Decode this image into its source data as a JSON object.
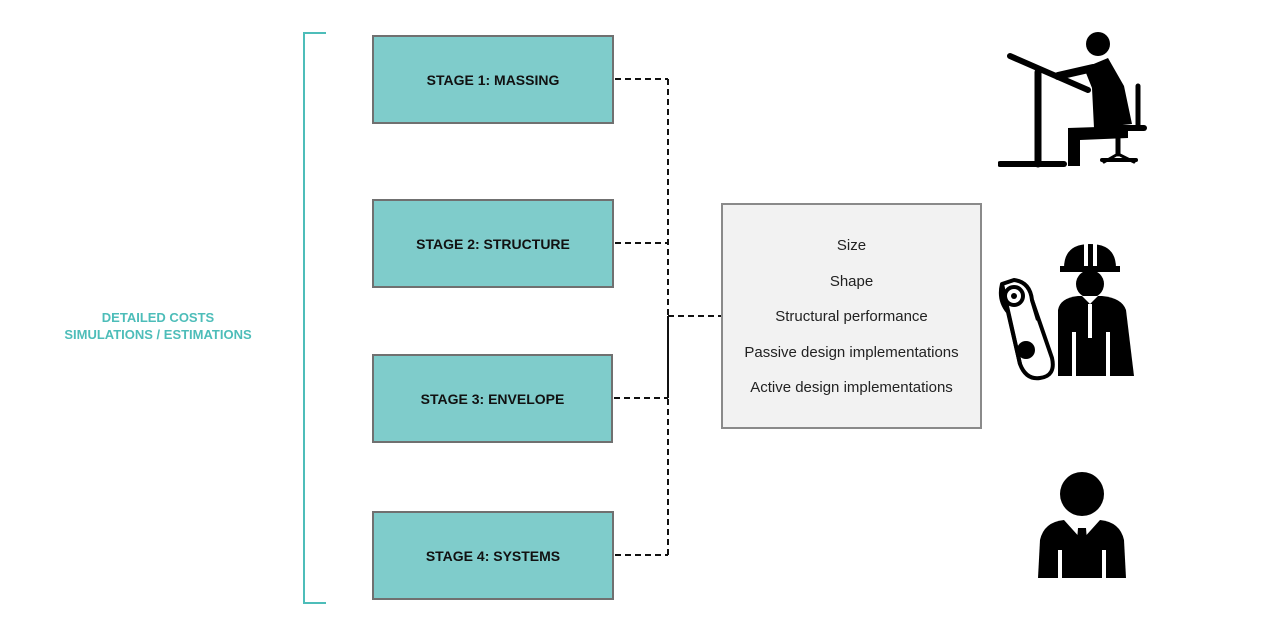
{
  "side_label": {
    "line1": "DETAILED COSTS",
    "line2": "SIMULATIONS / ESTIMATIONS"
  },
  "stages": [
    {
      "label": "STAGE 1: MASSING"
    },
    {
      "label": "STAGE 2: STRUCTURE"
    },
    {
      "label": "STAGE 3: ENVELOPE"
    },
    {
      "label": "STAGE 4: SYSTEMS"
    }
  ],
  "info_box": {
    "items": [
      "Size",
      "Shape",
      "Structural performance",
      "Passive design implementations",
      "Active design implementations"
    ]
  },
  "icons": [
    "architect-drafting-icon",
    "engineer-hardhat-icon",
    "businessman-icon"
  ],
  "colors": {
    "accent": "#4dbdb9",
    "stage_fill": "#7fcccb",
    "stage_border": "#707070",
    "info_fill": "#f2f2f2"
  }
}
